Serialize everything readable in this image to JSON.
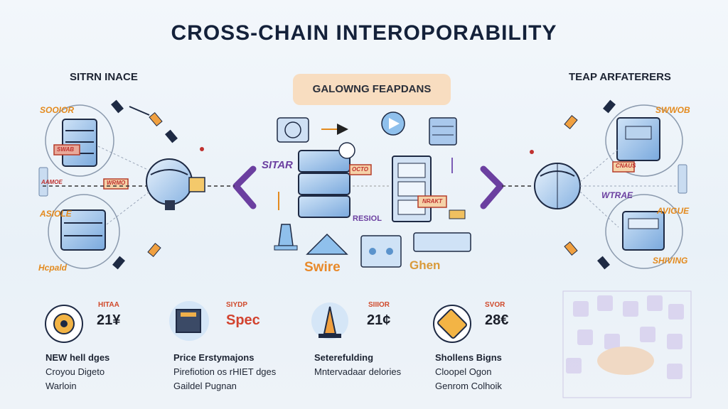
{
  "title": "CROSS-CHAIN INTEROPORABILITY",
  "left_section": "SITRN INACE",
  "right_section": "TEAP ARFATERERS",
  "center_box": "GALOWNG FEAPDANS",
  "left_tags": [
    "SOOIOR",
    "SWAB",
    "ASIOLE",
    "Hcpald",
    "WRMO",
    "AAMOE"
  ],
  "right_tags": [
    "SWWOB",
    "WTRAE",
    "AVIGUE",
    "SHIVING",
    "CNAUS"
  ],
  "center_tags": [
    "SITAR",
    "RESIOL",
    "OCTO",
    "NRAKT"
  ],
  "center_words": [
    "Swire",
    "Ghen"
  ],
  "features": [
    {
      "label": "HITAA",
      "value": "21¥",
      "lines": [
        "NEW hell dges",
        "Croyou Digeto",
        "Warloin"
      ]
    },
    {
      "label": "SIYDP",
      "value": "Spec",
      "lines": [
        "Price Erstymajons",
        "Pirefiotion os rHIET dges",
        "Gaildel Pugnan"
      ]
    },
    {
      "label": "SIIIOR",
      "value": "21¢",
      "lines": [
        "Seterefulding",
        "Mntervadaar delories"
      ]
    },
    {
      "label": "SVOR",
      "value": "28€",
      "lines": [
        "Shollens Bigns",
        "Cloopel Ogon",
        "Genrom Colhoik"
      ]
    }
  ],
  "colors": {
    "accent_purple": "#6b3fa0",
    "accent_orange": "#e38a1e",
    "box_blue": "#9fc3e8",
    "box_dark": "#3b4a66"
  }
}
